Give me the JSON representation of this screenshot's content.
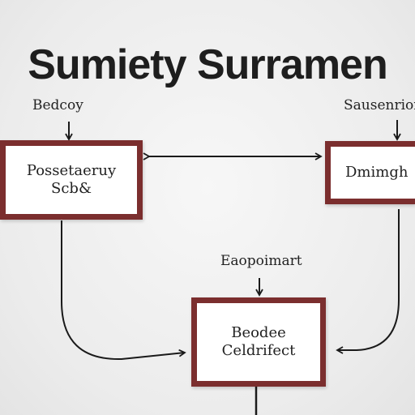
{
  "title": "Sumiety Surramen",
  "colors": {
    "box_border": "#7b2e2e",
    "box_fill": "#ffffff",
    "line": "#1a1a1a",
    "text": "#222222"
  },
  "nodes": {
    "left": {
      "label": "Bedcoy",
      "lines": [
        "Possetaeruy",
        "Scb&"
      ]
    },
    "right": {
      "label": "Sausenrior",
      "lines": [
        "Dmimgh"
      ]
    },
    "bottom": {
      "label": "Eaopoimart",
      "lines": [
        "Beodee",
        "Celdrifect"
      ]
    }
  }
}
